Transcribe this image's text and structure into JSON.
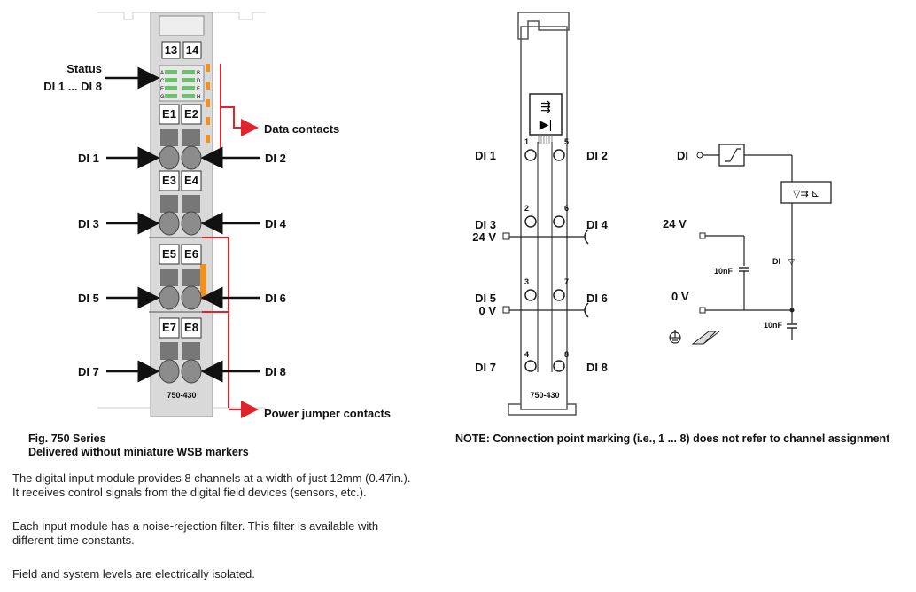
{
  "module_diagram": {
    "status_label": "Status",
    "status_range": "DI 1 ... DI 8",
    "data_contacts": "Data contacts",
    "power_jumper": "Power jumper contacts",
    "model": "750-430",
    "top_markers": [
      "13",
      "14"
    ],
    "slots": [
      "E1",
      "E2",
      "E3",
      "E4",
      "E5",
      "E6",
      "E7",
      "E8"
    ],
    "led_letters": [
      "A",
      "B",
      "C",
      "D",
      "E",
      "F",
      "G",
      "H"
    ],
    "inputs": [
      "DI 1",
      "DI 2",
      "DI 3",
      "DI 4",
      "DI 5",
      "DI 6",
      "DI 7",
      "DI 8"
    ]
  },
  "connection_diagram": {
    "model": "750-430",
    "inputs": [
      "DI 1",
      "DI 2",
      "DI 3",
      "DI 4",
      "DI 5",
      "DI 6",
      "DI 7",
      "DI 8"
    ],
    "supply_24": "24 V",
    "supply_0": "0 V",
    "points": [
      "1",
      "2",
      "3",
      "4",
      "5",
      "6",
      "7",
      "8"
    ]
  },
  "schematic": {
    "di": "DI",
    "v24": "24 V",
    "v0": "0 V",
    "cap1": "10nF",
    "cap2": "10nF",
    "di_diode": "DI"
  },
  "captions": {
    "fig_title": "Fig. 750 Series",
    "fig_sub": "Delivered without miniature WSB markers",
    "note": "NOTE: Connection point marking (i.e., 1 ... 8) does not refer to channel assignment"
  },
  "description": [
    "The digital input module provides 8 channels at a width of just 12mm (0.47in.).",
    "It receives control signals from the digital field devices (sensors, etc.).",
    "Each input module has a noise-rejection filter. This filter is available with",
    "different time constants.",
    "Field and system levels are electrically isolated."
  ],
  "colors": {
    "accent_red": "#e3232b",
    "led_green": "#4caf50",
    "orange": "#f0901e",
    "module_grey": "#d9d9d9"
  }
}
